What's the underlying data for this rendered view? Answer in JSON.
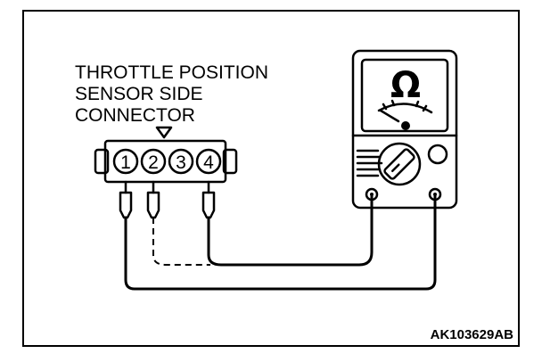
{
  "diagram": {
    "label_lines": [
      "THROTTLE POSITION",
      "SENSOR SIDE",
      "CONNECTOR"
    ],
    "pins": [
      "1",
      "2",
      "3",
      "4"
    ],
    "meter_symbol": "Ω",
    "figure_code": "AK103629AB"
  },
  "icons": {
    "key_marker": "triangle-down-icon",
    "meter": "ohmmeter-icon",
    "needle_scale": "gauge-needle-icon",
    "selector": "rotary-dial-icon"
  }
}
